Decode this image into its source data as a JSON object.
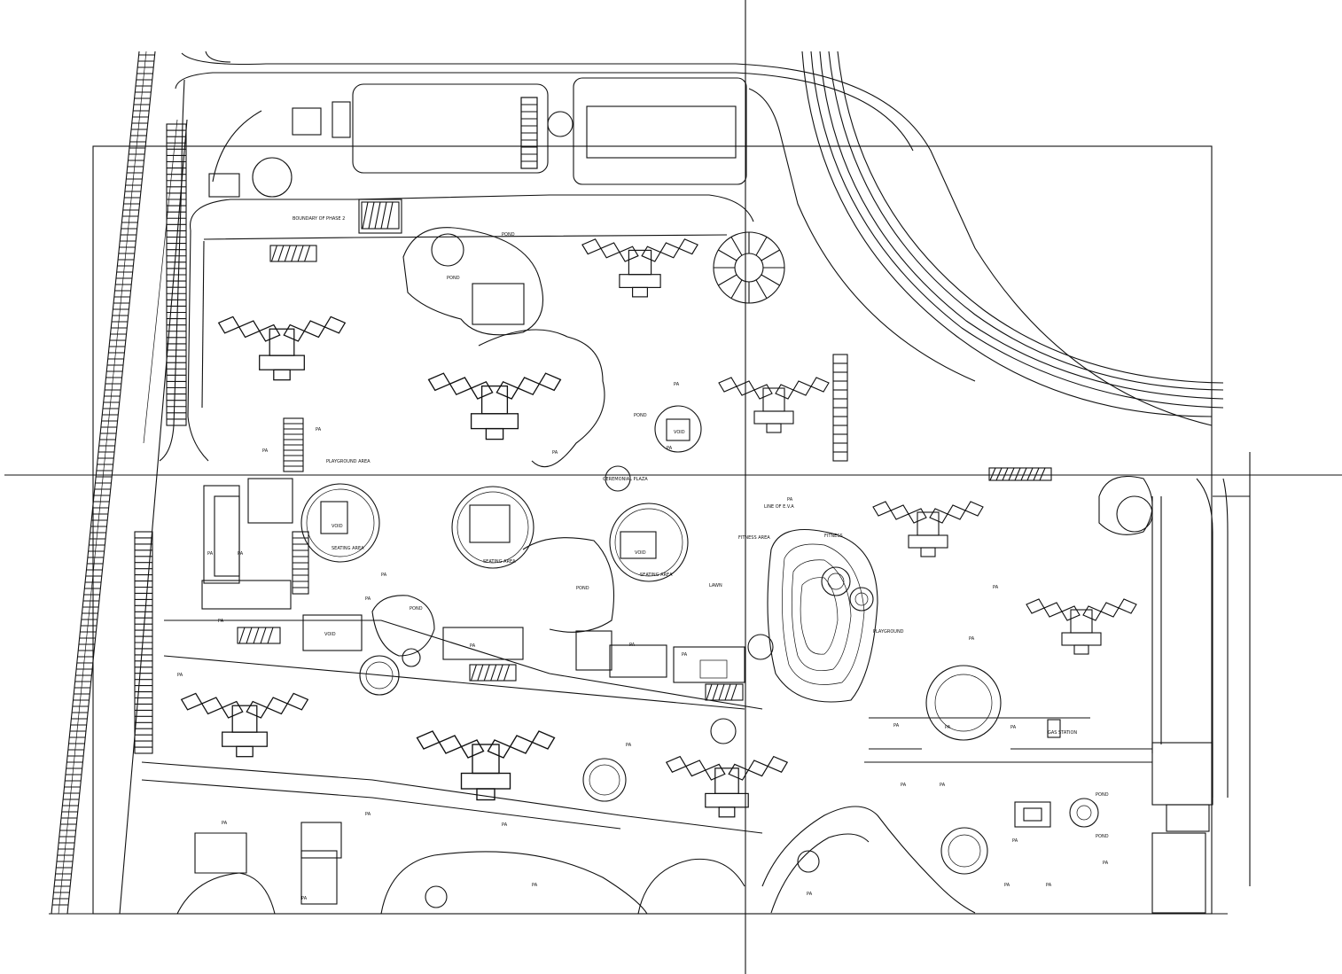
{
  "drawing": {
    "labels": {
      "boundary": "BOUNDARY OF PHASE 2",
      "playground": "PLAYGROUND AREA",
      "pond": "POND",
      "pa": "PA",
      "lawn": "LAWN",
      "fitness": "FITNESS AREA",
      "fitness_short": "FITNESS",
      "line_of_eva": "LINE OF E.V.A",
      "seating": "SEATING AREA",
      "void": "VOID",
      "ceremonial": "CEREMONIAL PLAZA",
      "gas": "GAS STATION",
      "playground_short": "PLAYGROUND"
    }
  }
}
